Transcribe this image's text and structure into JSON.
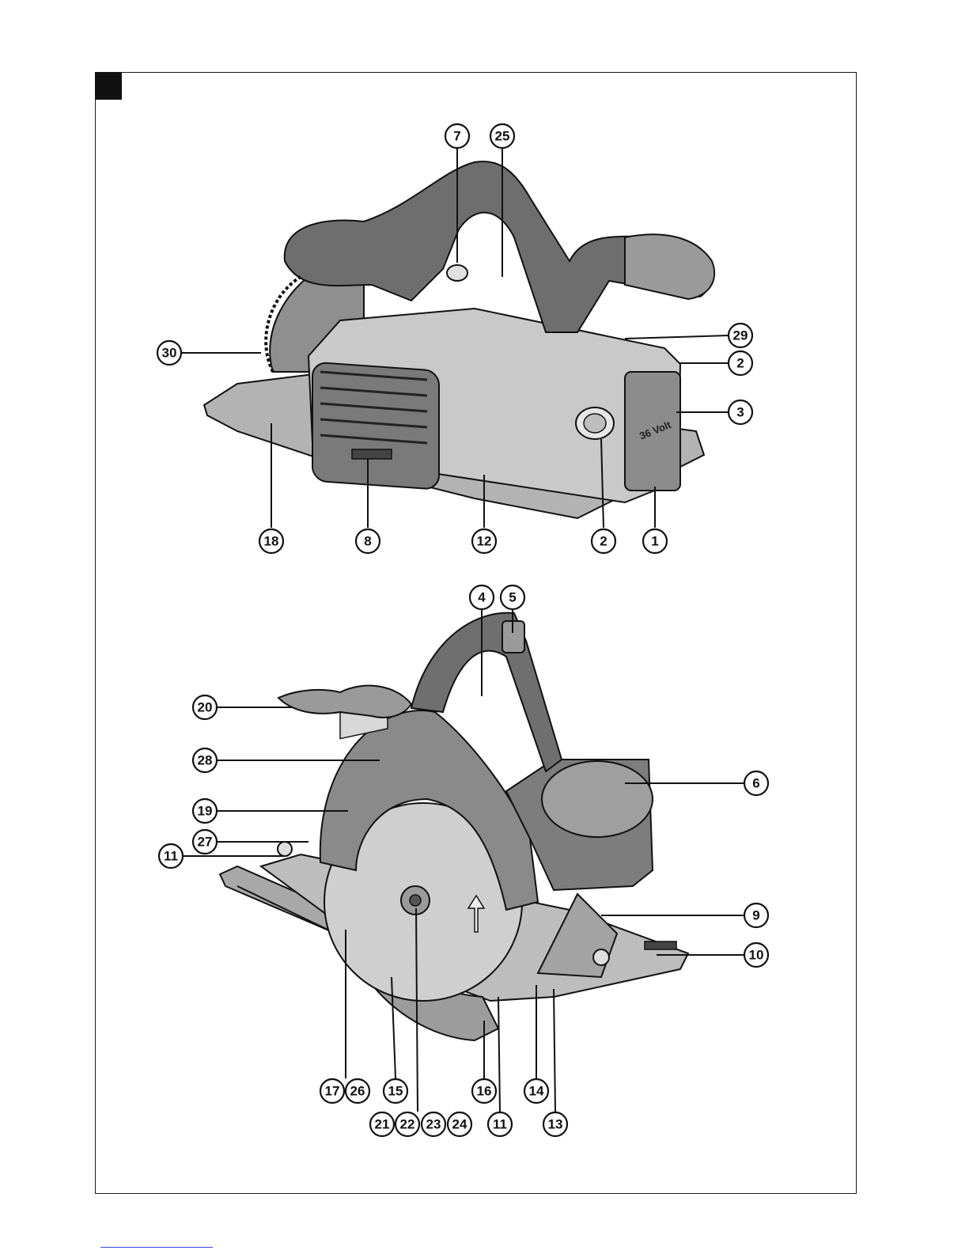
{
  "figure": {
    "top_view_callouts": [
      {
        "id": "callout-7",
        "label": "7"
      },
      {
        "id": "callout-25",
        "label": "25"
      },
      {
        "id": "callout-29",
        "label": "29"
      },
      {
        "id": "callout-2-upper",
        "label": "2"
      },
      {
        "id": "callout-3",
        "label": "3"
      },
      {
        "id": "callout-30",
        "label": "30"
      },
      {
        "id": "callout-18",
        "label": "18"
      },
      {
        "id": "callout-8",
        "label": "8"
      },
      {
        "id": "callout-12",
        "label": "12"
      },
      {
        "id": "callout-2-lower",
        "label": "2"
      },
      {
        "id": "callout-1",
        "label": "1"
      }
    ],
    "bottom_view_callouts": [
      {
        "id": "callout-4",
        "label": "4"
      },
      {
        "id": "callout-5",
        "label": "5"
      },
      {
        "id": "callout-20",
        "label": "20"
      },
      {
        "id": "callout-28",
        "label": "28"
      },
      {
        "id": "callout-19",
        "label": "19"
      },
      {
        "id": "callout-27",
        "label": "27"
      },
      {
        "id": "callout-11-left",
        "label": "11"
      },
      {
        "id": "callout-6",
        "label": "6"
      },
      {
        "id": "callout-9",
        "label": "9"
      },
      {
        "id": "callout-10",
        "label": "10"
      },
      {
        "id": "callout-17",
        "label": "17"
      },
      {
        "id": "callout-26",
        "label": "26"
      },
      {
        "id": "callout-15",
        "label": "15"
      },
      {
        "id": "callout-16",
        "label": "16"
      },
      {
        "id": "callout-14",
        "label": "14"
      },
      {
        "id": "callout-21",
        "label": "21"
      },
      {
        "id": "callout-22",
        "label": "22"
      },
      {
        "id": "callout-23",
        "label": "23"
      },
      {
        "id": "callout-24",
        "label": "24"
      },
      {
        "id": "callout-11-bottom",
        "label": "11"
      },
      {
        "id": "callout-13",
        "label": "13"
      }
    ],
    "battery_marking": "36 Volt",
    "colors": {
      "outline": "#111111",
      "body_light": "#cfcfcf",
      "body_mid": "#9a9a9a",
      "body_dark": "#5c5c5c"
    }
  }
}
